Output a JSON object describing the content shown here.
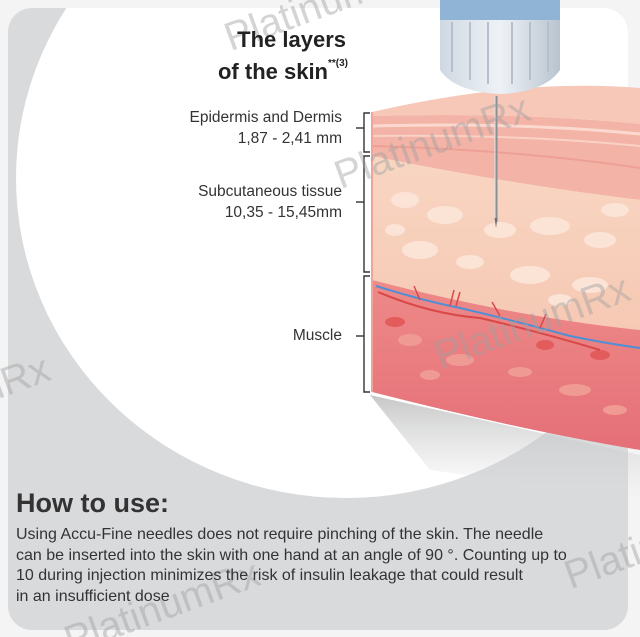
{
  "title": {
    "line1": "The layers",
    "line2": "of the skin",
    "superscript": "**(3)"
  },
  "layers": [
    {
      "name": "Epidermis and Dermis",
      "thickness": "1,87 - 2,41 mm"
    },
    {
      "name": "Subcutaneous tissue",
      "thickness": "10,35 - 15,45mm"
    },
    {
      "name": "Muscle",
      "thickness": ""
    }
  ],
  "how_to_use": {
    "heading": "How to use:",
    "lines": [
      "Using Accu-Fine needles does not require pinching of the skin. The needle",
      "can be inserted into the skin with one hand at an angle of 90 °. Counting up to",
      "10 during injection minimizes the risk of insulin leakage that could result",
      "in an insufficient dose"
    ]
  },
  "watermark": "PlatinumRx",
  "colors": {
    "card_bg": "#d9dadc",
    "epidermis": "#f3b3a6",
    "subcutaneous": "#f6cdb8",
    "muscle": "#e5727a",
    "needle_cap": "#8fb4d6"
  }
}
